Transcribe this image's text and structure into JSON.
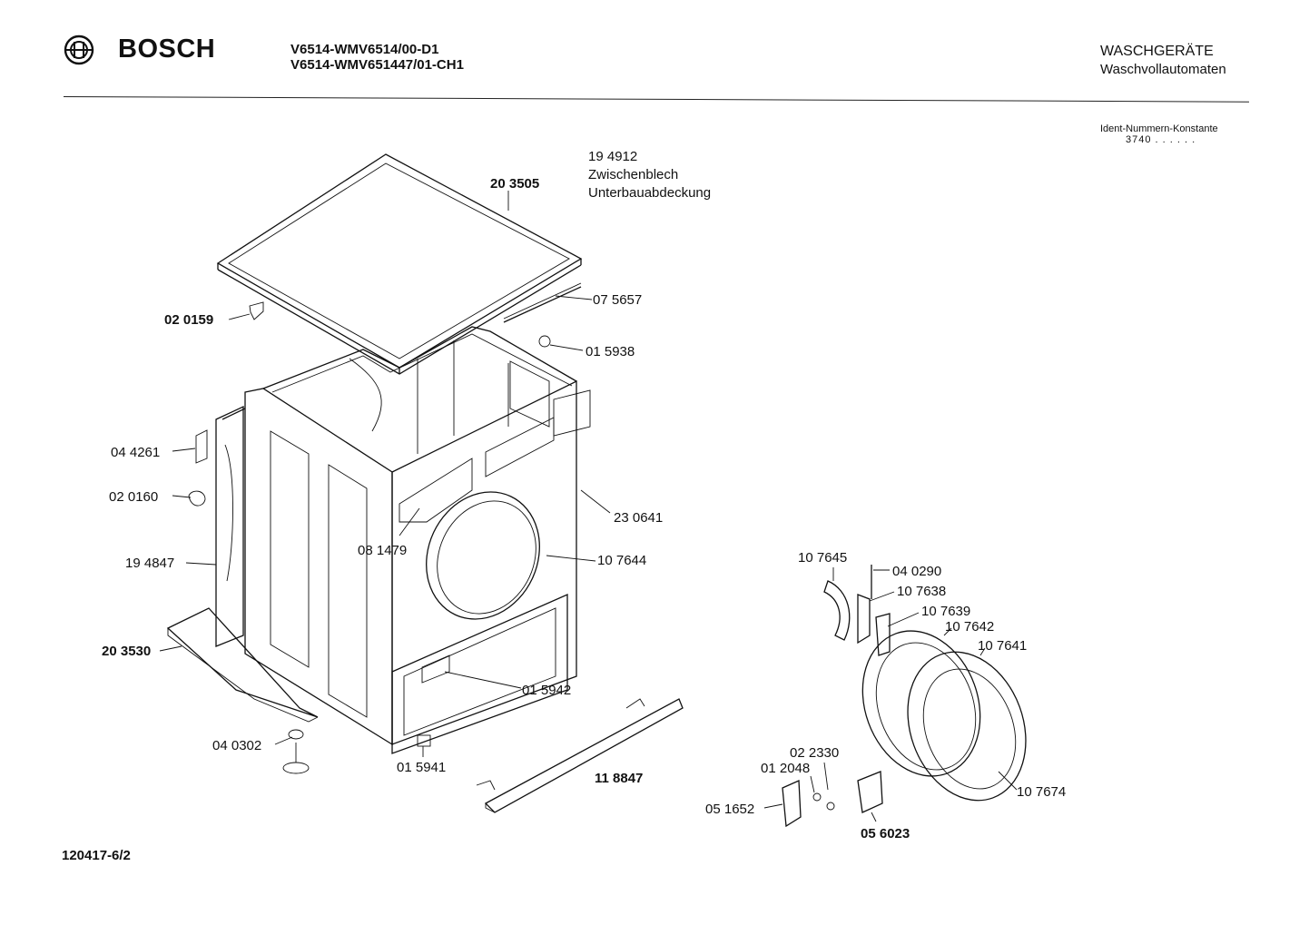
{
  "header": {
    "brand": "BOSCH",
    "model_lines": [
      "V6514-WMV6514/00-D1",
      "V6514-WMV651447/01-CH1"
    ],
    "category": "WASCHGERÄTE",
    "subcategory": "Waschvollautomaten",
    "ident_label": "Ident-Nummern-Konstante",
    "ident_value": "3740  . .  . . . ."
  },
  "footer": {
    "reference": "120417-6/2"
  },
  "parts": [
    {
      "id": "p-194912",
      "number": "19 4912",
      "desc": [
        "Zwischenblech",
        "Unterbauabdeckung"
      ],
      "bold": false
    },
    {
      "id": "p-203505",
      "number": "20 3505",
      "bold": true
    },
    {
      "id": "p-075657",
      "number": "07 5657",
      "bold": false
    },
    {
      "id": "p-020159",
      "number": "02 0159",
      "bold": true
    },
    {
      "id": "p-015938",
      "number": "01 5938",
      "bold": false
    },
    {
      "id": "p-044261",
      "number": "04 4261",
      "bold": false
    },
    {
      "id": "p-020160",
      "number": "02 0160",
      "bold": false
    },
    {
      "id": "p-230641",
      "number": "23 0641",
      "bold": false
    },
    {
      "id": "p-081479",
      "number": "08 1479",
      "bold": false
    },
    {
      "id": "p-107644",
      "number": "10 7644",
      "bold": false
    },
    {
      "id": "p-194847",
      "number": "19 4847",
      "bold": false
    },
    {
      "id": "p-203530",
      "number": "20 3530",
      "bold": true
    },
    {
      "id": "p-015942",
      "number": "01 5942",
      "bold": false
    },
    {
      "id": "p-040302",
      "number": "04 0302",
      "bold": false
    },
    {
      "id": "p-015941",
      "number": "01 5941",
      "bold": false
    },
    {
      "id": "p-118847",
      "number": "11 8847",
      "bold": true
    },
    {
      "id": "p-107645",
      "number": "10 7645",
      "bold": false
    },
    {
      "id": "p-040290",
      "number": "04 0290",
      "bold": false
    },
    {
      "id": "p-107638",
      "number": "10 7638",
      "bold": false
    },
    {
      "id": "p-107639",
      "number": "10 7639",
      "bold": false
    },
    {
      "id": "p-107642",
      "number": "10 7642",
      "bold": false
    },
    {
      "id": "p-107641",
      "number": "10 7641",
      "bold": false
    },
    {
      "id": "p-022330",
      "number": "02 2330",
      "bold": false
    },
    {
      "id": "p-012048",
      "number": "01 2048",
      "bold": false
    },
    {
      "id": "p-051652",
      "number": "05 1652",
      "bold": false
    },
    {
      "id": "p-056023",
      "number": "05 6023",
      "bold": true
    },
    {
      "id": "p-107674",
      "number": "10 7674",
      "bold": false
    }
  ]
}
